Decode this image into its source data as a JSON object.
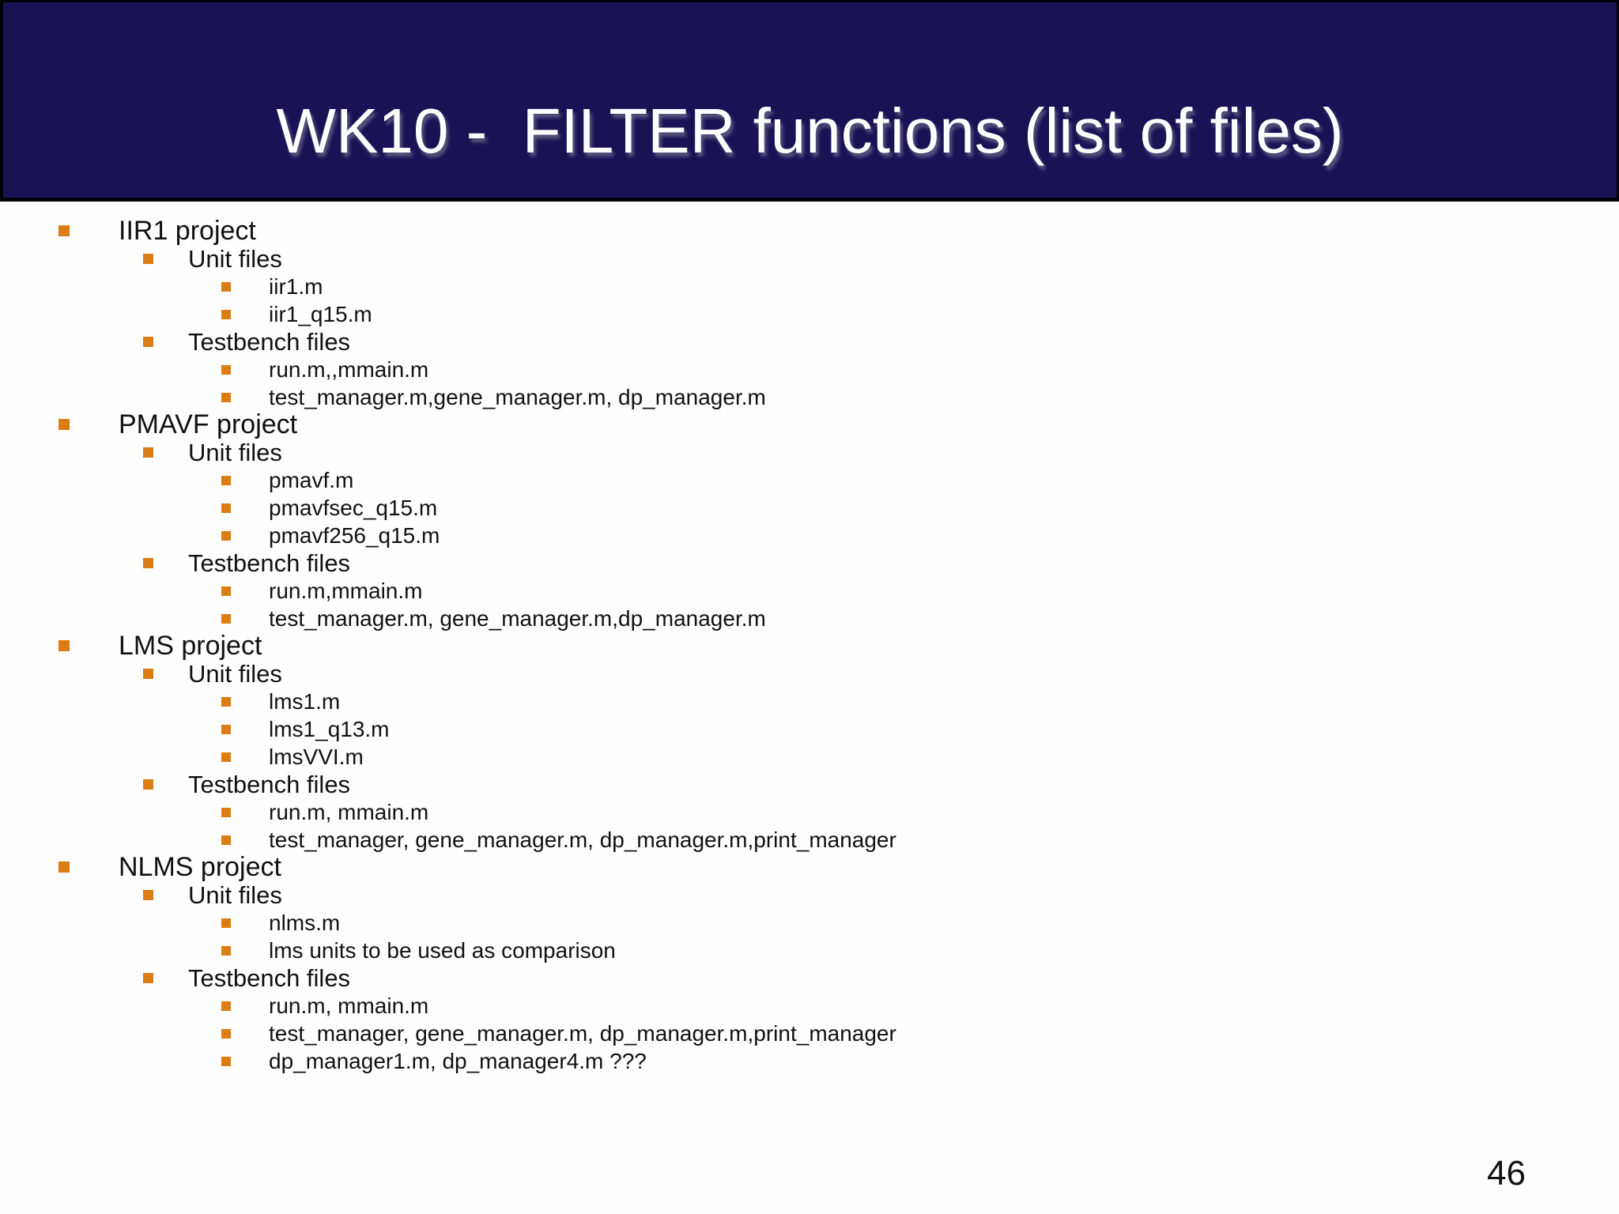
{
  "slide": {
    "title": "WK10 -  FILTER functions (list of files)",
    "page_number": "46"
  },
  "colors": {
    "header_bg": "#191356",
    "frame_border": "#000000",
    "title_text": "#FFFFFF",
    "bullet": "#DC7C14",
    "body_text": "#111111",
    "background": "#FEFEFE"
  },
  "list": [
    {
      "level": 1,
      "text": "IIR1 project"
    },
    {
      "level": 2,
      "text": "Unit files"
    },
    {
      "level": 3,
      "text": "iir1.m"
    },
    {
      "level": 3,
      "text": "iir1_q15.m"
    },
    {
      "level": 2,
      "text": "Testbench files"
    },
    {
      "level": 3,
      "text": "run.m,,mmain.m"
    },
    {
      "level": 3,
      "text": "test_manager.m,gene_manager.m, dp_manager.m"
    },
    {
      "level": 1,
      "text": "PMAVF project"
    },
    {
      "level": 2,
      "text": "Unit files"
    },
    {
      "level": 3,
      "text": "pmavf.m"
    },
    {
      "level": 3,
      "text": "pmavfsec_q15.m"
    },
    {
      "level": 3,
      "text": "pmavf256_q15.m"
    },
    {
      "level": 2,
      "text": "Testbench files"
    },
    {
      "level": 3,
      "text": "run.m,mmain.m"
    },
    {
      "level": 3,
      "text": "test_manager.m, gene_manager.m,dp_manager.m"
    },
    {
      "level": 1,
      "text": "LMS project"
    },
    {
      "level": 2,
      "text": "Unit files"
    },
    {
      "level": 3,
      "text": "lms1.m"
    },
    {
      "level": 3,
      "text": "lms1_q13.m"
    },
    {
      "level": 3,
      "text": "lmsVVI.m"
    },
    {
      "level": 2,
      "text": "Testbench files"
    },
    {
      "level": 3,
      "text": "run.m, mmain.m"
    },
    {
      "level": 3,
      "text": "test_manager, gene_manager.m, dp_manager.m,print_manager"
    },
    {
      "level": 1,
      "text": "NLMS project"
    },
    {
      "level": 2,
      "text": "Unit files"
    },
    {
      "level": 3,
      "text": "nlms.m"
    },
    {
      "level": 3,
      "text": "lms units to be used as comparison"
    },
    {
      "level": 2,
      "text": "Testbench files"
    },
    {
      "level": 3,
      "text": "run.m, mmain.m"
    },
    {
      "level": 3,
      "text": "test_manager, gene_manager.m, dp_manager.m,print_manager"
    },
    {
      "level": 3,
      "text": "dp_manager1.m, dp_manager4.m ???"
    }
  ]
}
